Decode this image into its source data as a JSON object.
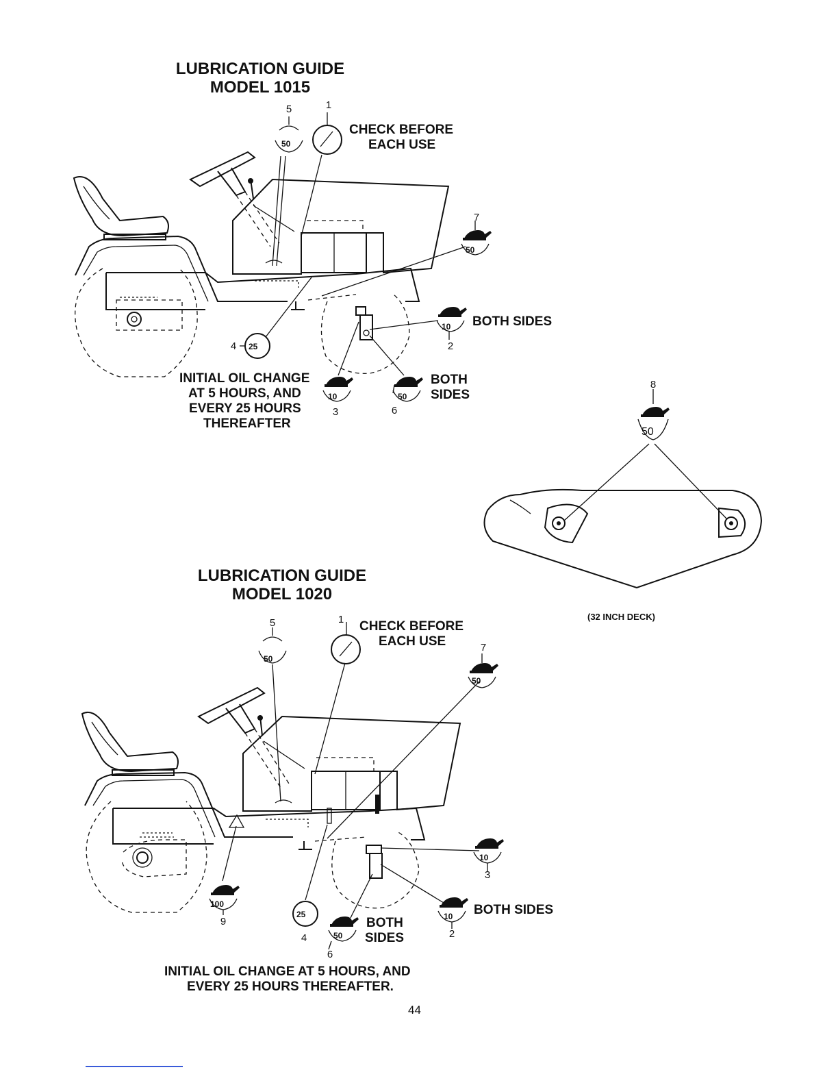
{
  "guide_1015": {
    "title_line1": "LUBRICATION GUIDE",
    "title_line2": "MODEL 1015",
    "check_line1": "CHECK BEFORE",
    "check_line2": "EACH USE",
    "both_sides_2": "BOTH SIDES",
    "both_6_line1": "BOTH",
    "both_6_line2": "SIDES",
    "oil_line1": "INITIAL OIL CHANGE",
    "oil_line2": "AT 5 HOURS, AND",
    "oil_line3": "EVERY 25 HOURS",
    "oil_line4": "THEREAFTER",
    "callouts": {
      "c1": "1",
      "c2": "2",
      "c3": "3",
      "c4": "4",
      "c5": "5",
      "c6": "6",
      "c7": "7"
    },
    "icon_values": {
      "i5": "50",
      "i7": "50",
      "i2": "10",
      "i3": "10",
      "i6": "50",
      "i4": "25"
    }
  },
  "deck": {
    "callout": "8",
    "icon_value": "50",
    "caption": "(32 INCH DECK)"
  },
  "guide_1020": {
    "title_line1": "LUBRICATION GUIDE",
    "title_line2": "MODEL 1020",
    "check_line1": "CHECK BEFORE",
    "check_line2": "EACH USE",
    "both_sides_2": "BOTH SIDES",
    "both_6_line1": "BOTH",
    "both_6_line2": "SIDES",
    "oil_line1": "INITIAL OIL CHANGE AT 5 HOURS, AND",
    "oil_line2": "EVERY 25 HOURS THEREAFTER.",
    "callouts": {
      "c1": "1",
      "c2": "2",
      "c3": "3",
      "c4": "4",
      "c5": "5",
      "c6": "6",
      "c7": "7",
      "c9": "9"
    },
    "icon_values": {
      "i5": "50",
      "i7": "50",
      "i3": "10",
      "i2": "10",
      "i6": "50",
      "i4": "25",
      "i9": "100"
    }
  },
  "page_number": "44"
}
